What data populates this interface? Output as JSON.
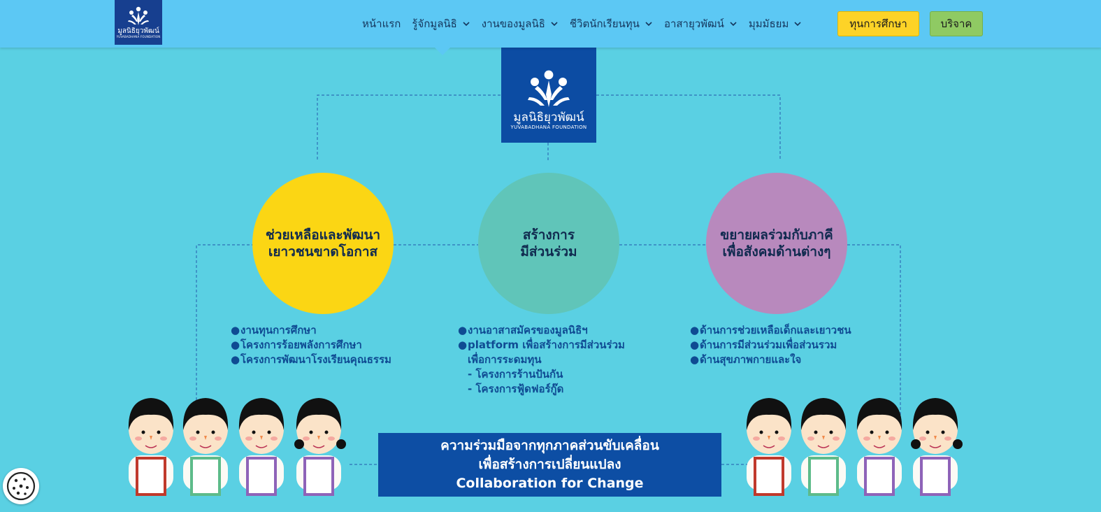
{
  "header": {
    "logo_text": "มูลนิธิยุวพัฒน์",
    "logo_sub": "YUVABADHANA FOUNDATION",
    "nav": [
      {
        "label": "หน้าแรก",
        "dropdown": false
      },
      {
        "label": "รู้จักมูลนิธิ",
        "dropdown": true
      },
      {
        "label": "งานของมูลนิธิ",
        "dropdown": true
      },
      {
        "label": "ชีวิตนักเรียนทุน",
        "dropdown": true
      },
      {
        "label": "อาสายุวพัฒน์",
        "dropdown": true
      },
      {
        "label": "มุมมัธยม",
        "dropdown": true
      }
    ],
    "scholarship_button": "ทุนการศึกษา",
    "donate_button": "บริจาค"
  },
  "center_logo": {
    "name": "มูลนิธิยุวพัฒน์",
    "sub": "YUVABADHANA FOUNDATION"
  },
  "pillars": [
    {
      "title": [
        "ช่วยเหลือและพัฒนา",
        "เยาวชนขาดโอกาส"
      ],
      "items": [
        "งานทุนการศึกษา",
        "โครงการร้อยพลังการศึกษา",
        "โครงการพัฒนาโรงเรียนคุณธรรม"
      ],
      "subitems": []
    },
    {
      "title": [
        "สร้างการ",
        "มีส่วนร่วม"
      ],
      "items": [
        "งานอาสาสมัครของมูลนิธิฯ",
        "platform เพื่อสร้างการมีส่วนร่วม",
        "เพื่อการระดมทุน"
      ],
      "subitems": [
        "- โครงการร้านปันกัน",
        "- โครงการฟู้ดฟอร์กู๊ด"
      ]
    },
    {
      "title": [
        "ขยายผลร่วมกับภาคี",
        "เพื่อสังคมด้านต่างๆ"
      ],
      "items": [
        "ด้านการช่วยเหลือเด็กและเยาวชน",
        "ด้านการมีส่วนร่วมเพื่อส่วนรวม",
        "ด้านสุขภาพกายและใจ"
      ],
      "subitems": []
    }
  ],
  "banner": {
    "line1": "ความร่วมมือจากทุกภาคส่วนขับเคลื่อน",
    "line2": "เพื่อสร้างการเปลี่ยนแปลง",
    "line3": "Collaboration for Change"
  },
  "colors": {
    "background": "#5ad0e3",
    "header": "#5cc8f4",
    "navy": "#0c4ca3",
    "yellow": "#fbd614",
    "teal": "#60c5b9",
    "purple": "#b889bd",
    "green_button": "#8fca63"
  },
  "icons": [
    "tree-people-logo-icon",
    "chevron-down-icon",
    "cookie-icon"
  ]
}
